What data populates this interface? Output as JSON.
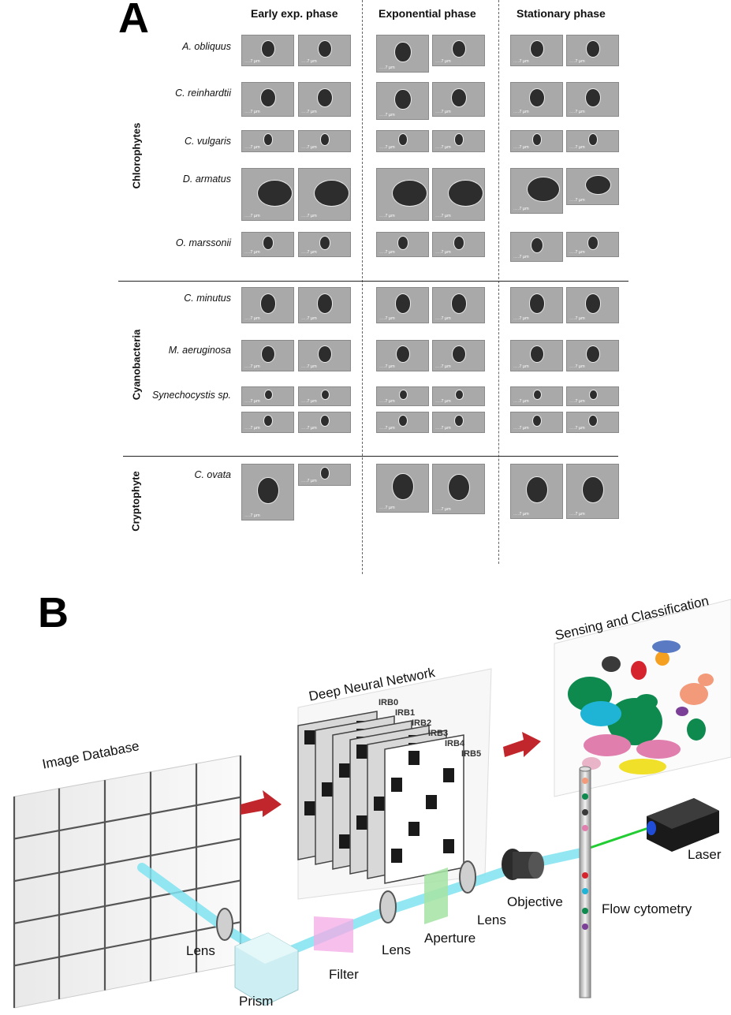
{
  "panel_a": {
    "letter": "A",
    "phases": [
      "Early exp. phase",
      "Exponential phase",
      "Stationary phase"
    ],
    "groups": [
      {
        "label": "Chlorophytes",
        "species": [
          "A. obliquus",
          "C.  reinhardtii",
          "C. vulgaris",
          "D. armatus",
          "O. marssonii"
        ]
      },
      {
        "label": "Cyanobacteria",
        "species": [
          "C. minutus",
          "M. aeruginosa",
          "Synechocystis sp."
        ]
      },
      {
        "label": "Cryptophyte",
        "species": [
          "C. ovata"
        ]
      }
    ],
    "scale_bar": "7 µm"
  },
  "panel_b": {
    "letter": "B",
    "labels": {
      "image_database": "Image Database",
      "dnn": "Deep Neural Network",
      "sensing": "Sensing and Classification",
      "laser": "Laser",
      "flow": "Flow cytometry",
      "objective": "Objective",
      "lens1": "Lens",
      "lens2": "Lens",
      "lens3": "Lens",
      "aperture": "Aperture",
      "filter": "Filter",
      "prism": "Prism"
    },
    "irb_labels": [
      "IRB0",
      "IRB1",
      "IRB2",
      "IRB3",
      "IRB4",
      "IRB5"
    ],
    "cluster_colors": [
      "#0e8a4f",
      "#1fb4d6",
      "#f29a7a",
      "#e07fae",
      "#f0e02a",
      "#3a3a3a",
      "#d6242f",
      "#f5a020",
      "#7b3f98",
      "#5a7bc4",
      "#e9b4c8",
      "#8a8a8a"
    ],
    "beam_color": "#7fe3f0",
    "laser_beam_color": "#22cc33",
    "arrow_color": "#c0262b"
  }
}
